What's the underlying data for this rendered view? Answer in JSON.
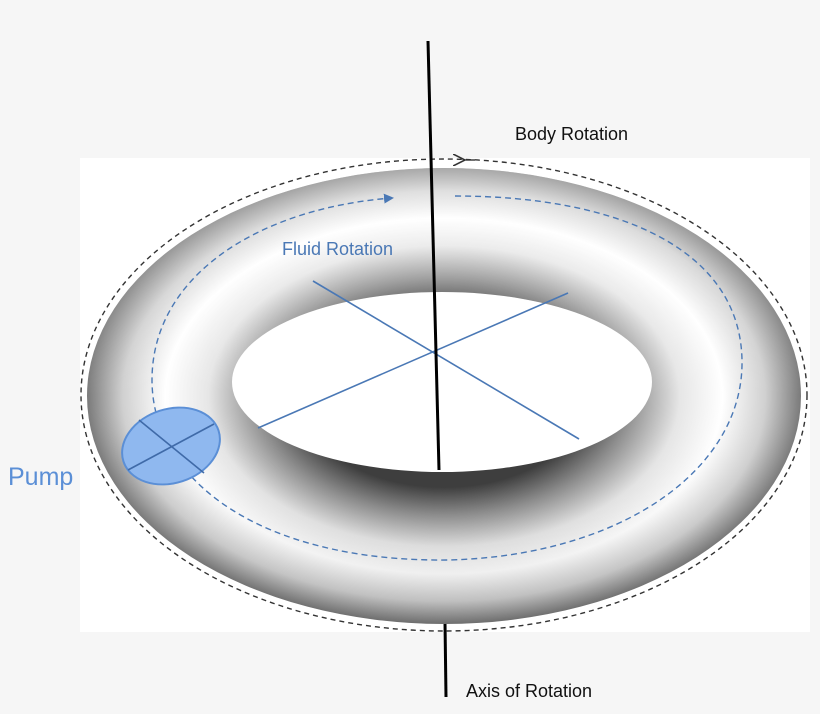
{
  "labels": {
    "body_rotation": "Body Rotation",
    "fluid_rotation": "Fluid Rotation",
    "pump": "Pump",
    "axis_of_rotation": "Axis of Rotation"
  },
  "colors": {
    "page_background": "#f6f6f6",
    "panel_background": "#ffffff",
    "fluid_blue": "#4a78b5",
    "pump_fill": "#8fb8ef",
    "pump_stroke": "#5b8fd6",
    "pump_label": "#5b8fd6",
    "axis_black": "#000000",
    "body_dash": "#333333"
  }
}
